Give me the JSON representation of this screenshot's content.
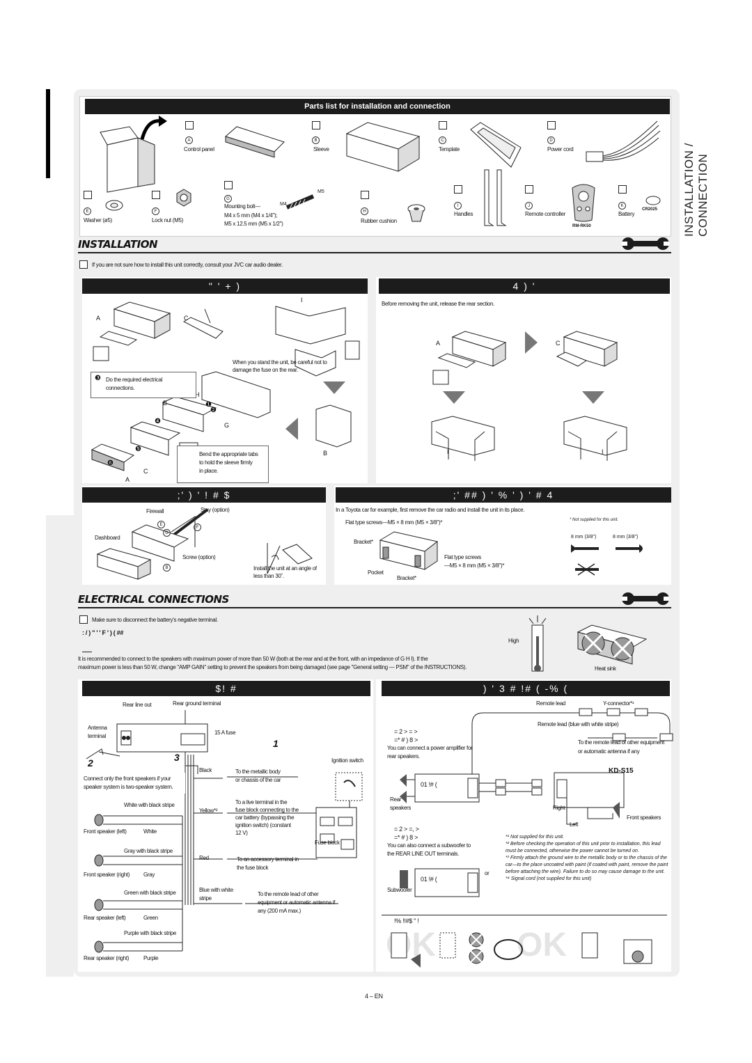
{
  "side_title": "INSTALLATION / CONNECTION",
  "parts": {
    "header": "Parts list for installation and connection",
    "a": {
      "letter": "A",
      "name": "Control panel"
    },
    "b": {
      "letter": "B",
      "name": "Sleeve"
    },
    "c": {
      "letter": "C",
      "name": "Template"
    },
    "d": {
      "letter": "D",
      "name": "Power cord"
    },
    "e": {
      "letter": "E",
      "name": "Washer (ø5)"
    },
    "f": {
      "letter": "F",
      "name": "Lock nut (M5)"
    },
    "g": {
      "letter": "G",
      "name1": "Mounting bolt—",
      "name2": "M4 x 5 mm (M4 x 1/4\");",
      "name3": "M5 x 12.5 mm (M5 x 1/2\")",
      "m4": "M4",
      "m5": "M5"
    },
    "h": {
      "letter": "H",
      "name": "Rubber cushion"
    },
    "i": {
      "letter": "I",
      "name": "Handles"
    },
    "j": {
      "letter": "J",
      "name": "Remote controller",
      "model": "RM-RK50"
    },
    "k": {
      "letter": "K",
      "name": "Battery",
      "model": "CR2025"
    }
  },
  "installation": {
    "title": "INSTALLATION",
    "caution": "If you are not sure how to install this unit correctly, consult your JVC car audio dealer.",
    "left_band": "\" ' +       )",
    "right_band": "4   )  '",
    "release_note": "Before removing the unit, release the rear section.",
    "fuse_note1": "When you stand the unit, be careful not to",
    "fuse_note2": "damage the fuse on the rear.",
    "step3": "Do the required electrical connections.",
    "bend1": "Bend the appropriate tabs",
    "bend2": "to hold the sleeve firmly",
    "bend3": "in place.",
    "l_a": "A",
    "l_b": "B",
    "l_c": "C",
    "l_g": "G",
    "l_h": "H",
    "l_i": "I",
    "n1": "❶",
    "n2": "❷",
    "n3": "❸",
    "n4": "❹",
    "n5": "❺",
    "n6": "❻"
  },
  "mount": {
    "left_band": ";'    ) ' !    #    $",
    "right_band": ";'       ##  ) '     %  '       ) '  # 4",
    "firewall": "Firewall",
    "stay": "Stay (option)",
    "dashboard": "Dashboard",
    "screw": "Screw (option)",
    "angle1": "Install the unit at an angle of",
    "angle2": "less than 30˚.",
    "toyota": "In a Toyota car for example, first remove the car radio and install the unit in its place.",
    "flat1": "Flat type screws—M5 × 8 mm (M5 × 3/8\")*",
    "bracket1": "Bracket*",
    "flat2a": "Flat type screws",
    "flat2b": "—M5 × 8 mm (M5 × 3/8\")*",
    "pocket": "Pocket",
    "bracket2": "Bracket*",
    "not_supplied": "* Not supplied for this unit.",
    "mm1": "8 mm (3/8\")",
    "mm2": "8 mm (3/8\")"
  },
  "electrical": {
    "title": "ELECTRICAL CONNECTIONS",
    "disconnect": "Make sure to disconnect the battery's negative terminal.",
    "garbled": ": /       )  \"  '         '    F  '      )   (          ##",
    "high": "High",
    "heat_sink": "Heat sink",
    "speaker_note1": "It is recommended to connect to the speakers with maximum power of more than 50 W (both at the rear and at the front, with an impedance of  G  H     I). If the",
    "speaker_note2": "maximum power is less than 50 W, change \"AMP GAIN\" setting to prevent the speakers from being damaged (see page \"General setting — PSM\" of the INSTRUCTIONS).",
    "left_band": "$!    #",
    "right_band": ")  '   3      #   !#  (            -%  (",
    "rear_line_out": "Rear line out",
    "rear_ground": "Rear ground terminal",
    "antenna": "Antenna terminal",
    "fuse": "15 A fuse",
    "num1": "1",
    "num2": "2",
    "num3": "3",
    "front_only1": "Connect only the front speakers if your",
    "front_only2": "speaker system is two-speaker system.",
    "black": "Black",
    "to_metal1": "To the metallic body",
    "to_metal2": "or chassis of the car",
    "ignition": "Ignition switch",
    "white_black": "White with black stripe",
    "yellow": "Yellow*²",
    "yellow_desc1": "To a live terminal in the",
    "yellow_desc2": "fuse block connecting to the",
    "yellow_desc3": "car battery (bypassing the",
    "yellow_desc4": "ignition switch) (constant",
    "yellow_desc5": "12 V)",
    "front_left": "Front speaker (left)",
    "white": "White",
    "fuse_block": "Fuse block",
    "gray_black": "Gray with black stripe",
    "red": "Red",
    "red_desc1": "To an accessory terminal in",
    "red_desc2": "the fuse block",
    "front_right": "Front speaker (right)",
    "gray": "Gray",
    "green_black": "Green with black stripe",
    "blue_white1": "Blue with white",
    "blue_white2": "stripe",
    "blue_desc1": "To the remote lead of other",
    "blue_desc2": "equipment or automatic antenna if",
    "blue_desc3": "any (200 mA max.)",
    "rear_left": "Rear speaker (left)",
    "green": "Green",
    "purple_black": "Purple with black stripe",
    "rear_right": "Rear speaker (right)",
    "purple": "Purple",
    "remote_lead": "Remote lead",
    "y_connector": "Y-connector*¹",
    "remote_lead_blue": "Remote lead (blue with white stripe)",
    "remote_other1": "To the remote lead of other equipment",
    "remote_other2": "or automatic antenna if any",
    "amp_g1": "= 2    >    = >",
    "amp_g2": "=*    #     ) 8  >",
    "amp_desc1": "You can connect a power amplifier for",
    "amp_desc2": "rear speakers.",
    "rear_sp1": "Rear",
    "rear_sp2": "speakers",
    "amp_label": "01   !#  (",
    "kd": "KD-S15",
    "right": "Right",
    "left": "Left",
    "front_speakers": "Front speakers",
    "sub_g1": "= 2    >   =,    >",
    "sub_g2": "=*    #     ) 8  >",
    "sub_desc1": "You can also connect a subwoofer to",
    "sub_desc2": "the REAR LINE OUT terminals.",
    "or": "or",
    "subwoofer": "Subwoofer",
    "sub_amp_label": "01   !#  (",
    "fn1": "Not supplied for this unit.",
    "fn2": "Before checking the operation of this unit prior to installation, this lead must be connected, otherwise the power cannot be turned on.",
    "fn3": "Firmly attach the ground wire to the metallic body or to the chassis of the car—to the place uncoated with paint (if coated with paint, remove the paint before attaching the wire). Failure to do so may cause damage to the unit.",
    "fn4": "Signal cord (not supplied for this unit)",
    "fmark1": "*¹",
    "fmark2": "*²",
    "fmark3": "*³",
    "fmark4": "*⁴",
    "bottom_band": "!%    !!#$   \"  !",
    "ok": "OK"
  },
  "page_number": "4 – EN"
}
